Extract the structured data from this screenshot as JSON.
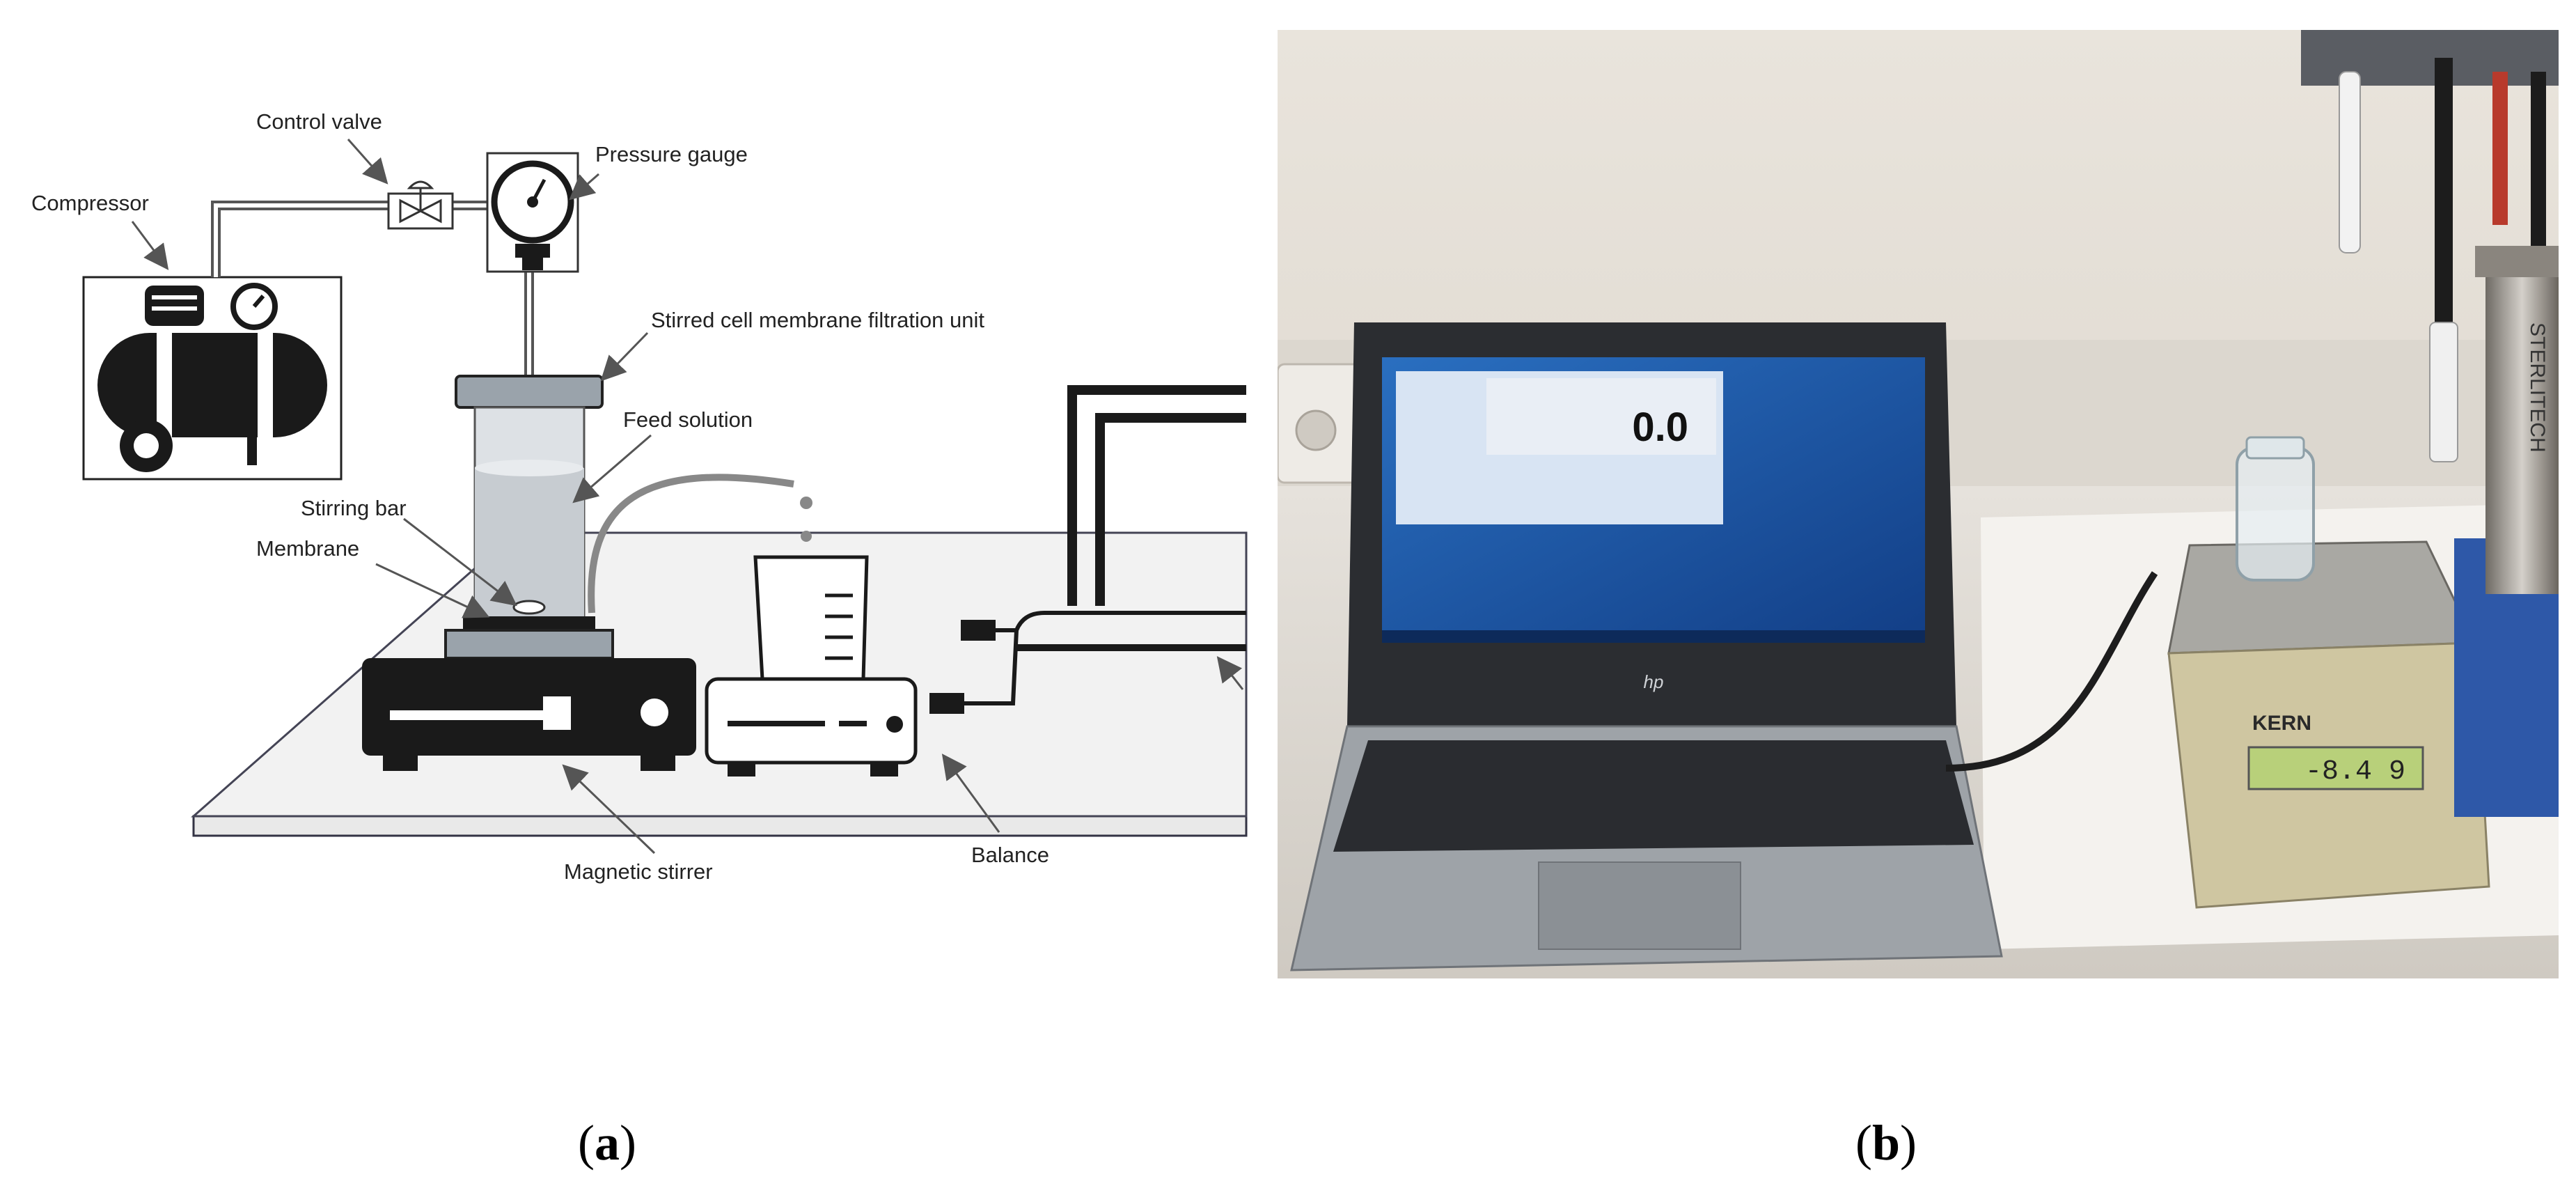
{
  "panel_a": {
    "labels": {
      "compressor": "Compressor",
      "control_valve": "Control valve",
      "pressure_gauge": "Pressure gauge",
      "stirred_cell": "Stirred cell membrane filtration unit",
      "feed_solution": "Feed solution",
      "stirring_bar": "Stirring bar",
      "membrane": "Membrane",
      "magnetic_stirrer": "Magnetic stirrer",
      "balance": "Balance"
    },
    "caption": "a"
  },
  "panel_b": {
    "laptop_readout": "0.0",
    "laptop_brand": "hp",
    "balance_brand": "KERN",
    "balance_display": "-8.4 9",
    "cylinder_text": "STERLITECH",
    "caption": "b"
  },
  "colors": {
    "line": "#1a1a1a",
    "table": "#f3f3f3",
    "screen": "#1f5ca8",
    "lcd": "#b8d07a"
  }
}
